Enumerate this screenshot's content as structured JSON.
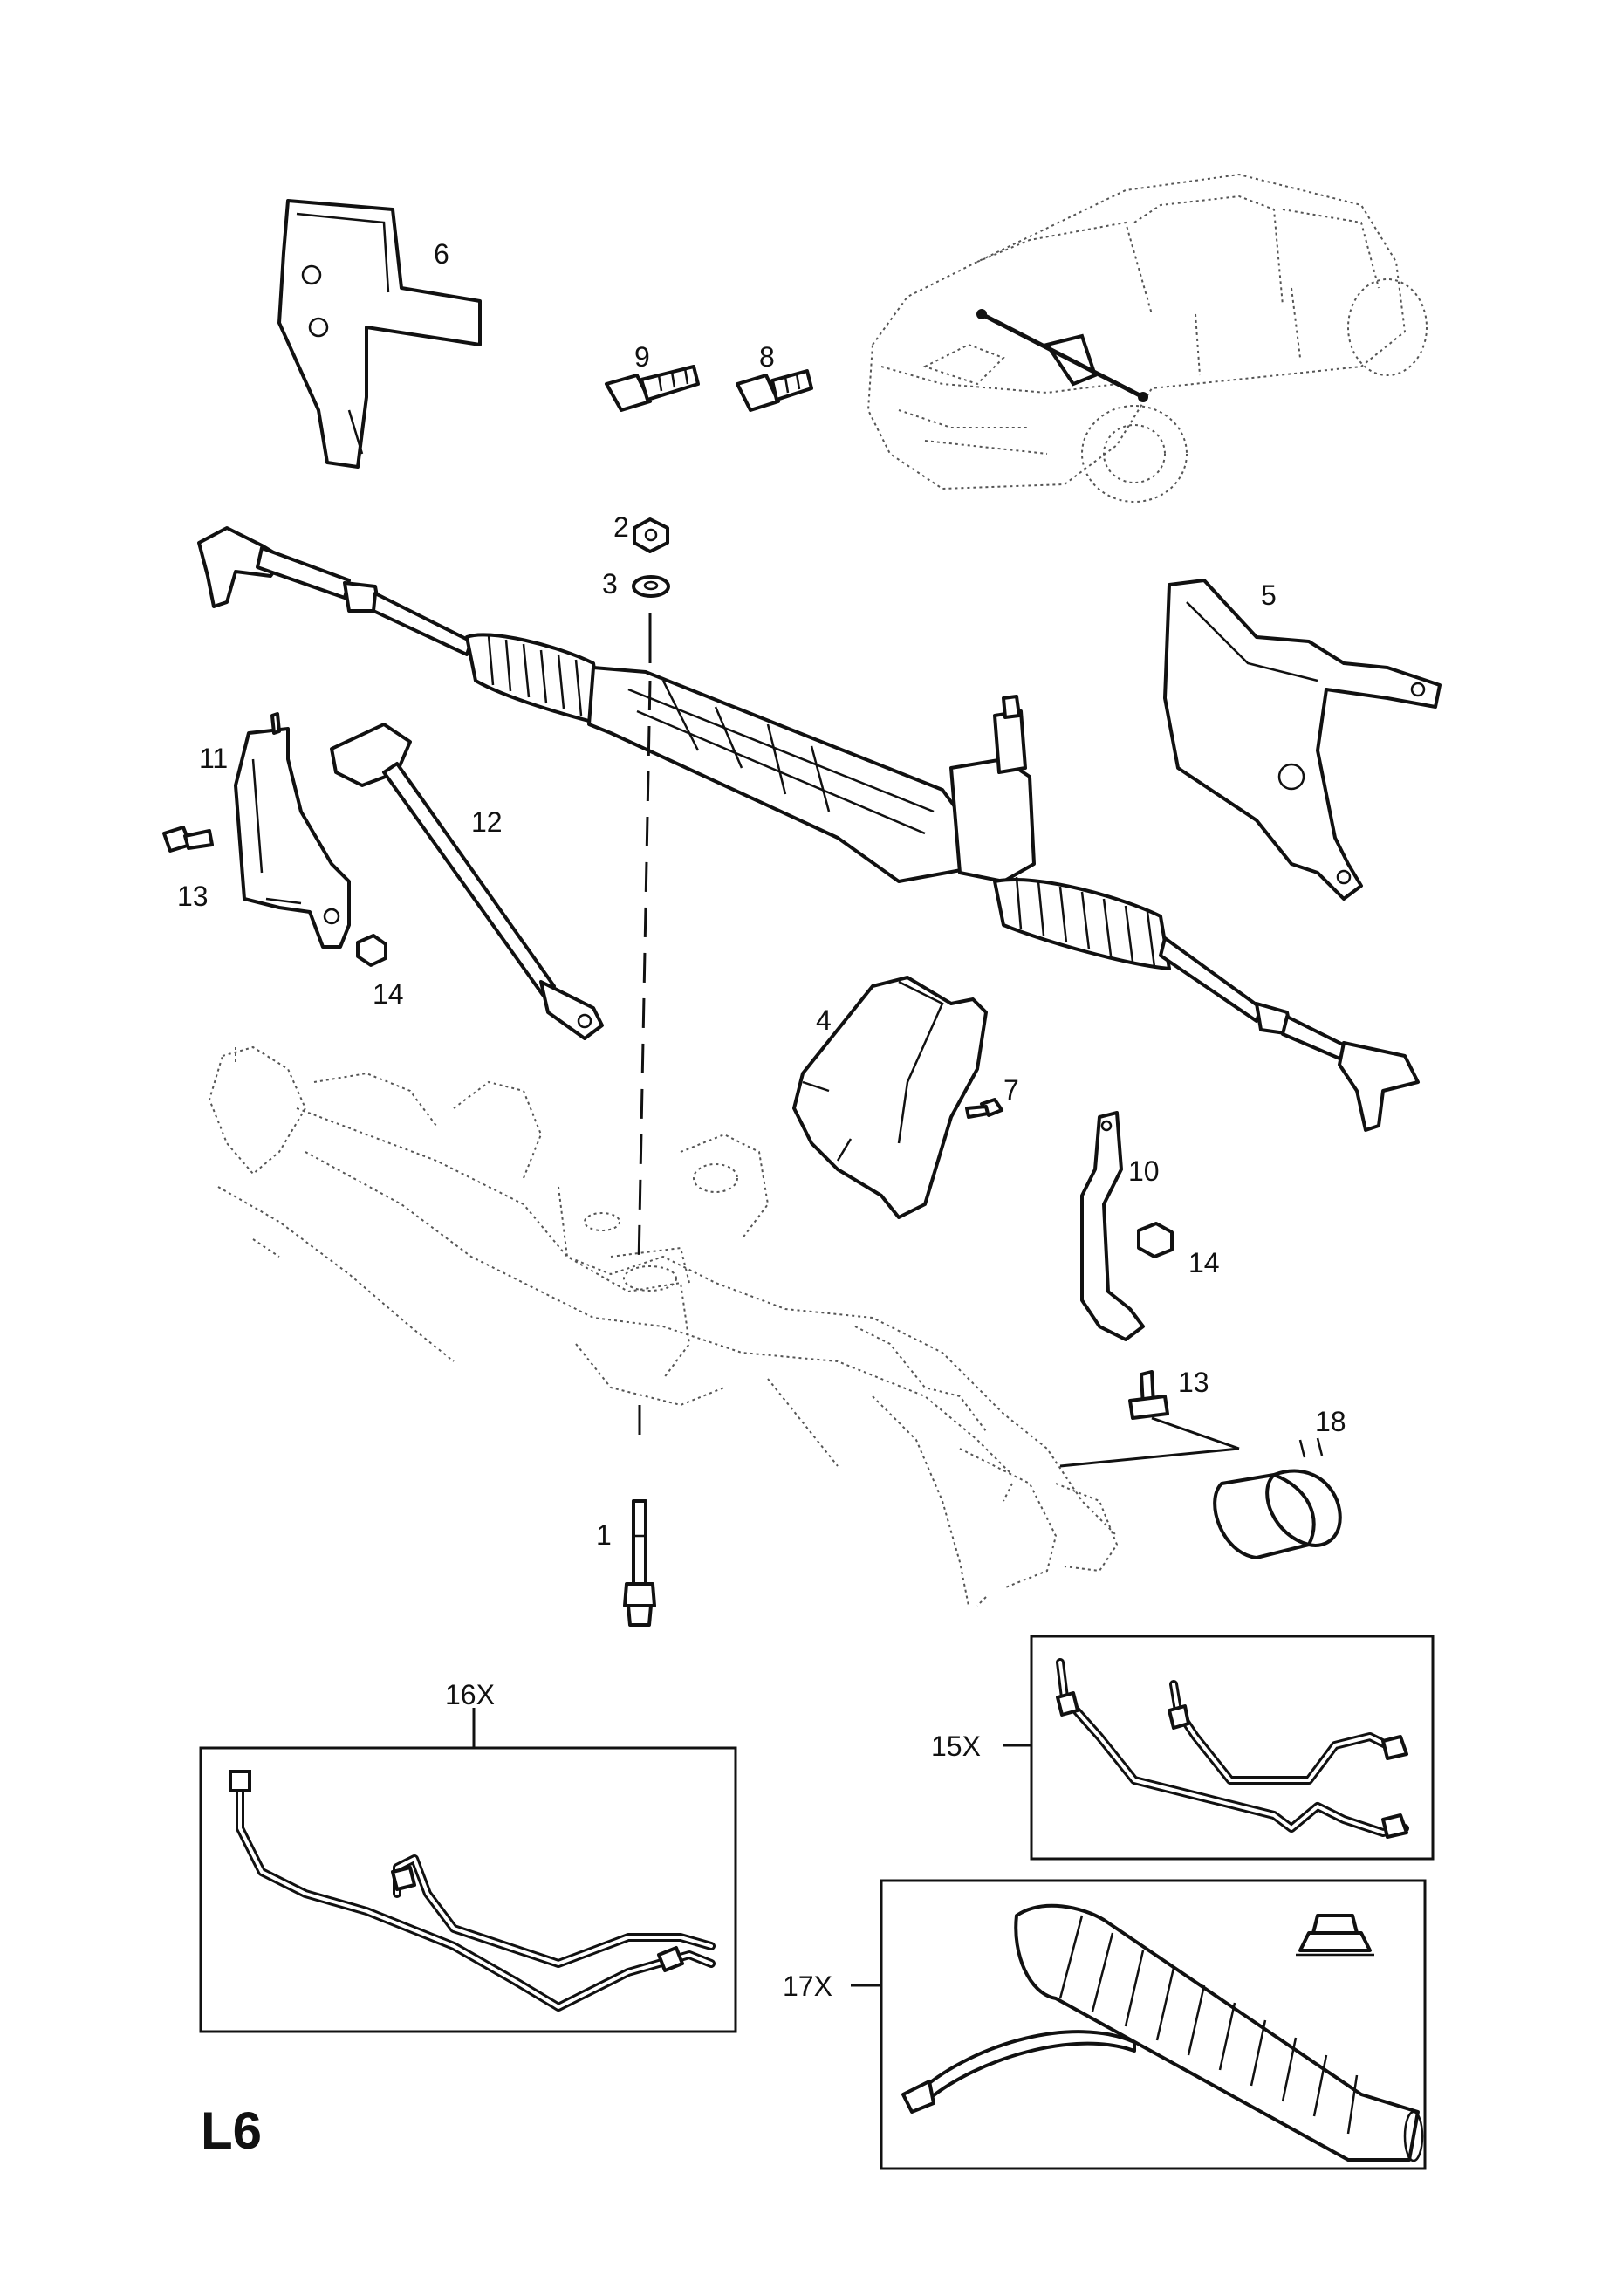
{
  "page_code": "L6",
  "callouts": [
    "1",
    "2",
    "3",
    "4",
    "5",
    "6",
    "7",
    "8",
    "9",
    "10",
    "11",
    "12",
    "13",
    "13",
    "14",
    "14",
    "18"
  ],
  "kits": {
    "pipes_left": "16X",
    "pipes_right": "15X",
    "boot_kit": "17X"
  }
}
